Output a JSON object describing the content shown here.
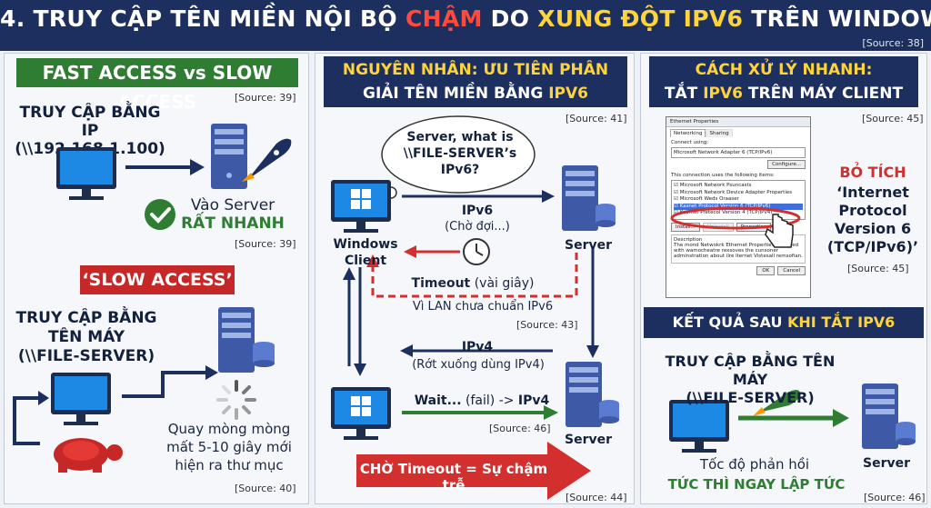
{
  "header": {
    "title_prefix": "4. TRUY CẬP TÊN MIỀN NỘI BỘ ",
    "title_red": "CHẬM",
    "title_mid": " DO ",
    "title_yellow": "XUNG ĐỘT IPV6",
    "title_suffix": " TRÊN WINDOWS’",
    "source": "[Source: 38]"
  },
  "left": {
    "banner": "FAST ACCESS vs SLOW ACCESS",
    "src1": "[Source: 39]",
    "fast_title_1": "TRUY CẬP BẰNG IP",
    "fast_title_2": "(\\\\192.168.1.100)",
    "fast_result_1": "Vào Server",
    "fast_result_2": "RẤT NHANH",
    "src2": "[Source: 39]",
    "slow_banner": "‘SLOW ACCESS’",
    "slow_title_1": "TRUY CẬP BẰNG",
    "slow_title_2": "TÊN MÁY",
    "slow_title_3": "(\\\\FILE-SERVER)",
    "slow_desc_1": "Quay mòng mòng",
    "slow_desc_2": "mất 5-10 giây mới",
    "slow_desc_3": "hiện ra thư mục",
    "src3": "[Source: 40]"
  },
  "middle": {
    "banner_1_a": "NGUYÊN NHÂN: ",
    "banner_1_b": "ƯU TIÊN PHÂN",
    "banner_2_a": "GIẢI TÊN MIỀN BẰNG ",
    "banner_2_b": "IPV6",
    "src1": "[Source: 41]",
    "cloud_1": "Server, what is",
    "cloud_2": "\\\\FILE-SERVER’s",
    "cloud_3": "IPv6?",
    "client_label_1": "Windows",
    "client_label_2": "Client",
    "server_label_top": "Server",
    "ipv6_label": "IPv6",
    "wait_label": "(Chờ đợi...)",
    "timeout_bold": "Timeout",
    "timeout_rest": " (vài giây)",
    "lan_note": "Vì LAN chưa chuẩn IPv6",
    "src2": "[Source: 43]",
    "ipv4_label": "IPv4",
    "fallback_label": "(Rớt xuống dùng IPv4)",
    "wait_fail_a": "Wait...",
    "wait_fail_b": " (fail) -> ",
    "wait_fail_c": "IPv4",
    "src3": "[Source: 46]",
    "server_label_bottom": "Server",
    "bottom_arrow": "CHỜ Timeout = Sự chậm trễ",
    "src4": "[Source: 44]"
  },
  "right": {
    "banner_1": "CÁCH XỬ LÝ NHANH:",
    "banner_2_a": "TẮT ",
    "banner_2_b": "IPV6",
    "banner_2_c": " TRÊN MÁY CLIENT",
    "src1": "[Source: 45]",
    "dialog": {
      "title": "Ethernet Properties",
      "tab_1": "Networking",
      "tab_2": "Sharing",
      "connect_using": "Connect using:",
      "adapter": "Microsoft Network Adapter 6 (TCP/IPv6)",
      "configure": "Configure...",
      "items_label": "This connection uses the following items:",
      "items": [
        "Microsoft Network Psuncasts",
        "Microsoft Network Device Adapter Properties",
        "Microsoft Weds Oraaser",
        "Kasnet Protocol Version 6 (TCP/IPv6)",
        "Ksemet Pretecol Version 4 (TCP/IPv4)"
      ],
      "install": "Install...",
      "uninstall": "Uninstall",
      "properties": "Properties",
      "description_label": "Description",
      "description": "The mond Netwokrk Ethernet Propertiev ke dslled with wamocheatre rexsoves the cunsoner adminstration about ilre lternet Vistesall remsofian.",
      "ok": "OK",
      "cancel": "Cancel"
    },
    "untick_red": "BỎ TÍCH",
    "untick_1": "‘Internet",
    "untick_2": "Protocol",
    "untick_3": "Version 6",
    "untick_4": "(TCP/IPv6)’",
    "src2": "[Source: 45]",
    "result_banner_a": "KẾT QUẢ SAU ",
    "result_banner_b": "KHI TẮT IPV6",
    "result_title_1": "TRUY CẬP BẰNG TÊN MÁY",
    "result_title_2": "(\\\\FILE-SERVER)",
    "server_label": "Server",
    "speed_1": "Tốc độ phản hồi",
    "speed_2": "TỨC THÌ NGAY LẬP TỨC",
    "src3": "[Source: 46]"
  },
  "colors": {
    "navy": "#1d2f5e",
    "green": "#2e7d32",
    "red": "#d32f2f",
    "yellow": "#ffd43b",
    "monitor_blue": "#1e88e5"
  }
}
